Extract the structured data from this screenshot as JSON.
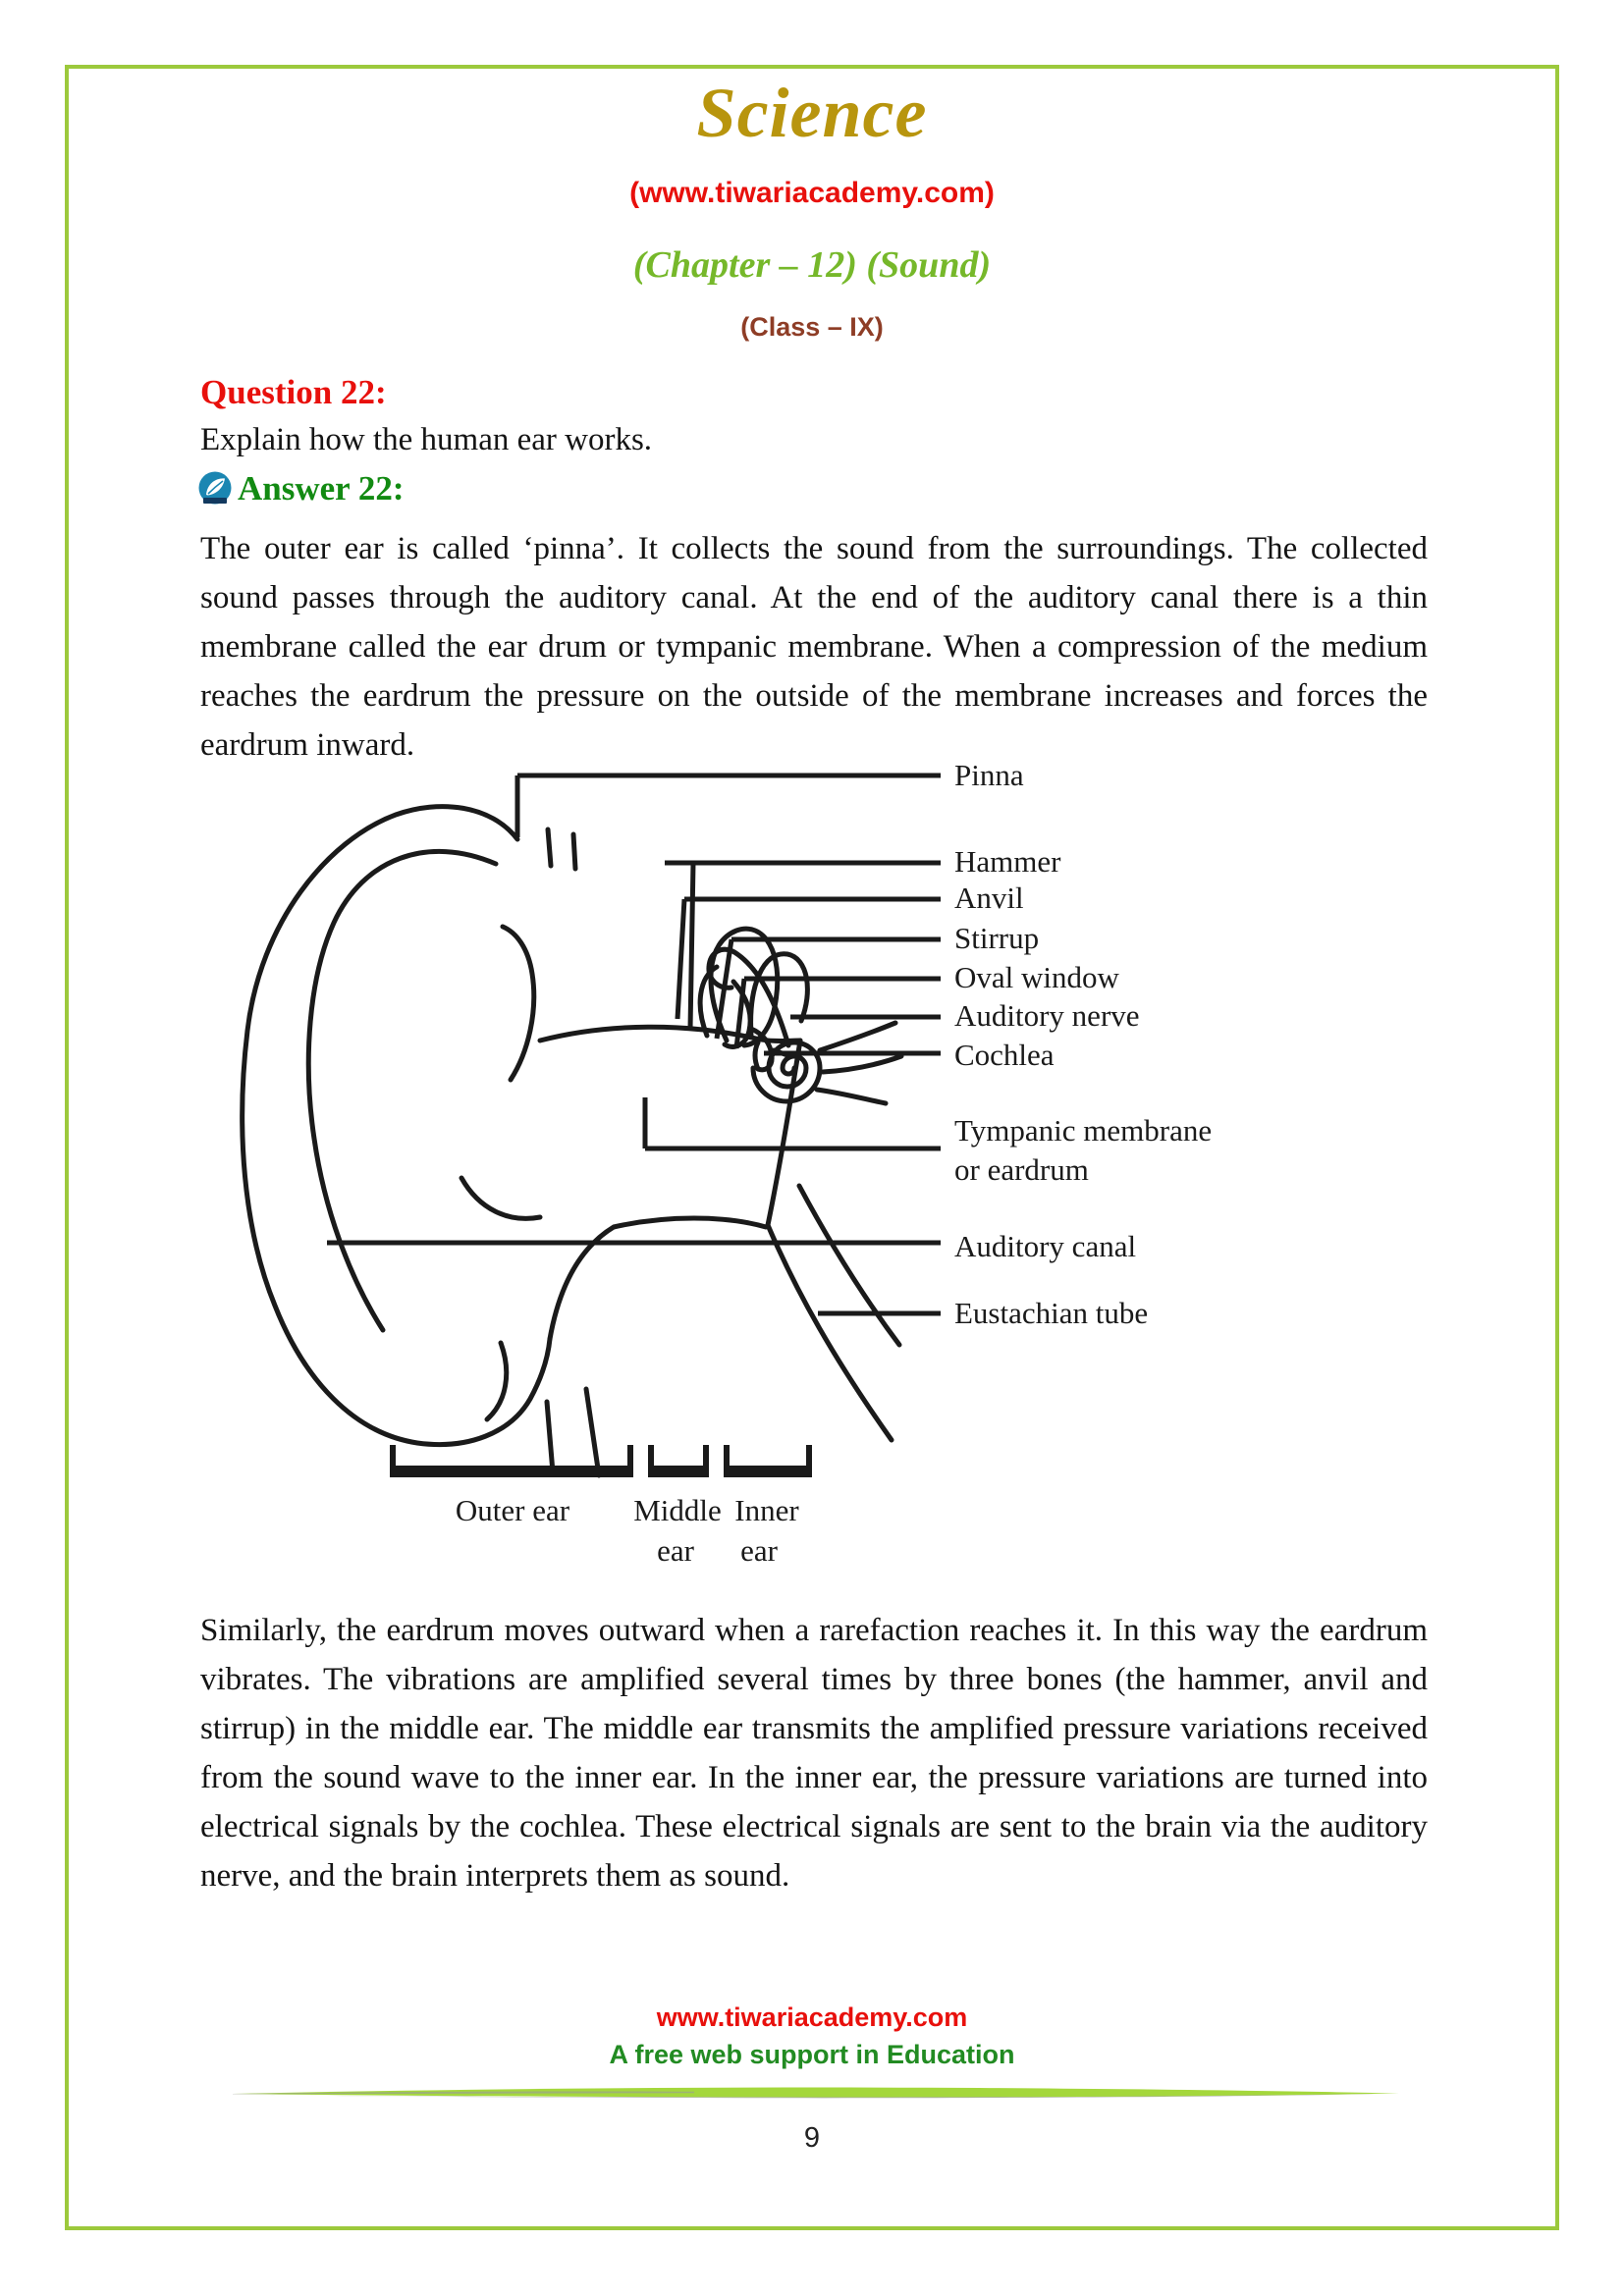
{
  "header": {
    "title": "Science",
    "site": "(www.tiwariacademy.com)",
    "chapter": "(Chapter – 12) (Sound)",
    "class_line": "(Class – IX)"
  },
  "question": {
    "heading": "Question 22:",
    "text": "Explain how the human ear works."
  },
  "answer": {
    "heading": "Answer 22:",
    "para1": "The outer ear is called ‘pinna’. It collects the sound from the surroundings. The collected sound passes through the auditory canal. At the end of the auditory canal there is a thin membrane called the ear drum or tympanic membrane. When a compression of the medium reaches the eardrum the pressure on the outside of the membrane increases and forces the eardrum inward.",
    "para2": "Similarly, the eardrum moves outward when a rarefaction reaches it. In this way the eardrum vibrates. The vibrations are amplified several times by three bones (the hammer, anvil and stirrup) in the middle ear. The middle ear transmits the amplified pressure variations received from the sound wave to the inner ear. In the inner ear, the pressure variations are turned into electrical signals by the cochlea. These electrical signals are sent to the brain via the auditory nerve, and the brain interprets them as sound.",
    "logo_icon": "tiwari-academy-leaf-logo"
  },
  "diagram": {
    "labels": {
      "pinna": "Pinna",
      "hammer": "Hammer",
      "anvil": "Anvil",
      "stirrup": "Stirrup",
      "oval_window": "Oval window",
      "auditory_nerve": "Auditory nerve",
      "cochlea": "Cochlea",
      "tympanic_line1": "Tympanic membrane",
      "tympanic_line2": "or eardrum",
      "auditory_canal": "Auditory canal",
      "eustachian_tube": "Eustachian tube",
      "outer_ear": "Outer ear",
      "middle_ear_line1": "Middle",
      "middle_ear_line2": "ear",
      "inner_ear_line1": "Inner",
      "inner_ear_line2": "ear"
    }
  },
  "footer": {
    "site": "www.tiwariacademy.com",
    "tagline": "A free web support in Education"
  },
  "page": {
    "number": "9"
  },
  "colors": {
    "border_green": "#9CC93C",
    "title_gold": "#B8950E",
    "red": "#E8100C",
    "chapter_green": "#76B82A",
    "class_brown": "#8E3D26",
    "answer_green": "#128A12",
    "footer_green": "#228B22",
    "divider_lime": "#A4D73C",
    "ink": "#1a1a1a"
  }
}
